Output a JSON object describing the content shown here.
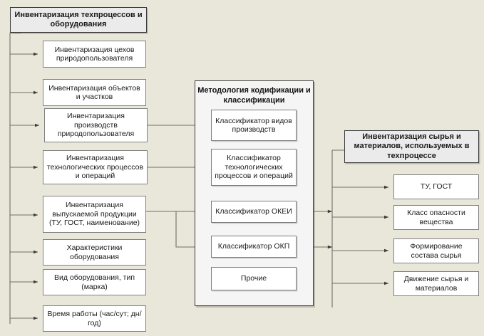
{
  "diagram": {
    "title": "Инвентаризация техпроцессов и оборудования",
    "background_color": "#e9e7da",
    "panel_color": "#f5f5f5",
    "header_color": "#ebebeb",
    "node_color": "#ffffff",
    "border_color": "#808080"
  },
  "left_column": {
    "header": "Инвентаризация техпроцессов и оборудования",
    "items": [
      {
        "label": "Инвентаризация цехов природопользователя"
      },
      {
        "label": "Инвентаризация объектов и участков"
      },
      {
        "label": "Инвентаризация производств природопользователя"
      },
      {
        "label": "Инвентаризация технологических процессов и операций"
      },
      {
        "label": "Инвентаризация выпускаемой продукции (ТУ, ГОСТ, наименование)"
      },
      {
        "label": "Характеристики оборудования"
      },
      {
        "label": "Вид оборудования, тип (марка)"
      },
      {
        "label": "Время работы (час/сут; дн/год)"
      }
    ]
  },
  "center_panel": {
    "title": "Методология кодификации и классификации",
    "items": [
      {
        "label": "Классификатор видов производств"
      },
      {
        "label": "Классификатор технологических процессов и операций"
      },
      {
        "label": "Классификатор ОКЕИ"
      },
      {
        "label": "Классификатор ОКП"
      },
      {
        "label": "Прочие"
      }
    ]
  },
  "right_column": {
    "header": "Инвентаризация сырья и материалов, используемых в техпроцессе",
    "items": [
      {
        "label": "ТУ, ГОСТ"
      },
      {
        "label": "Класс опасности вещества"
      },
      {
        "label": "Формирование состава сырья"
      },
      {
        "label": "Движение сырья и материалов"
      }
    ]
  }
}
